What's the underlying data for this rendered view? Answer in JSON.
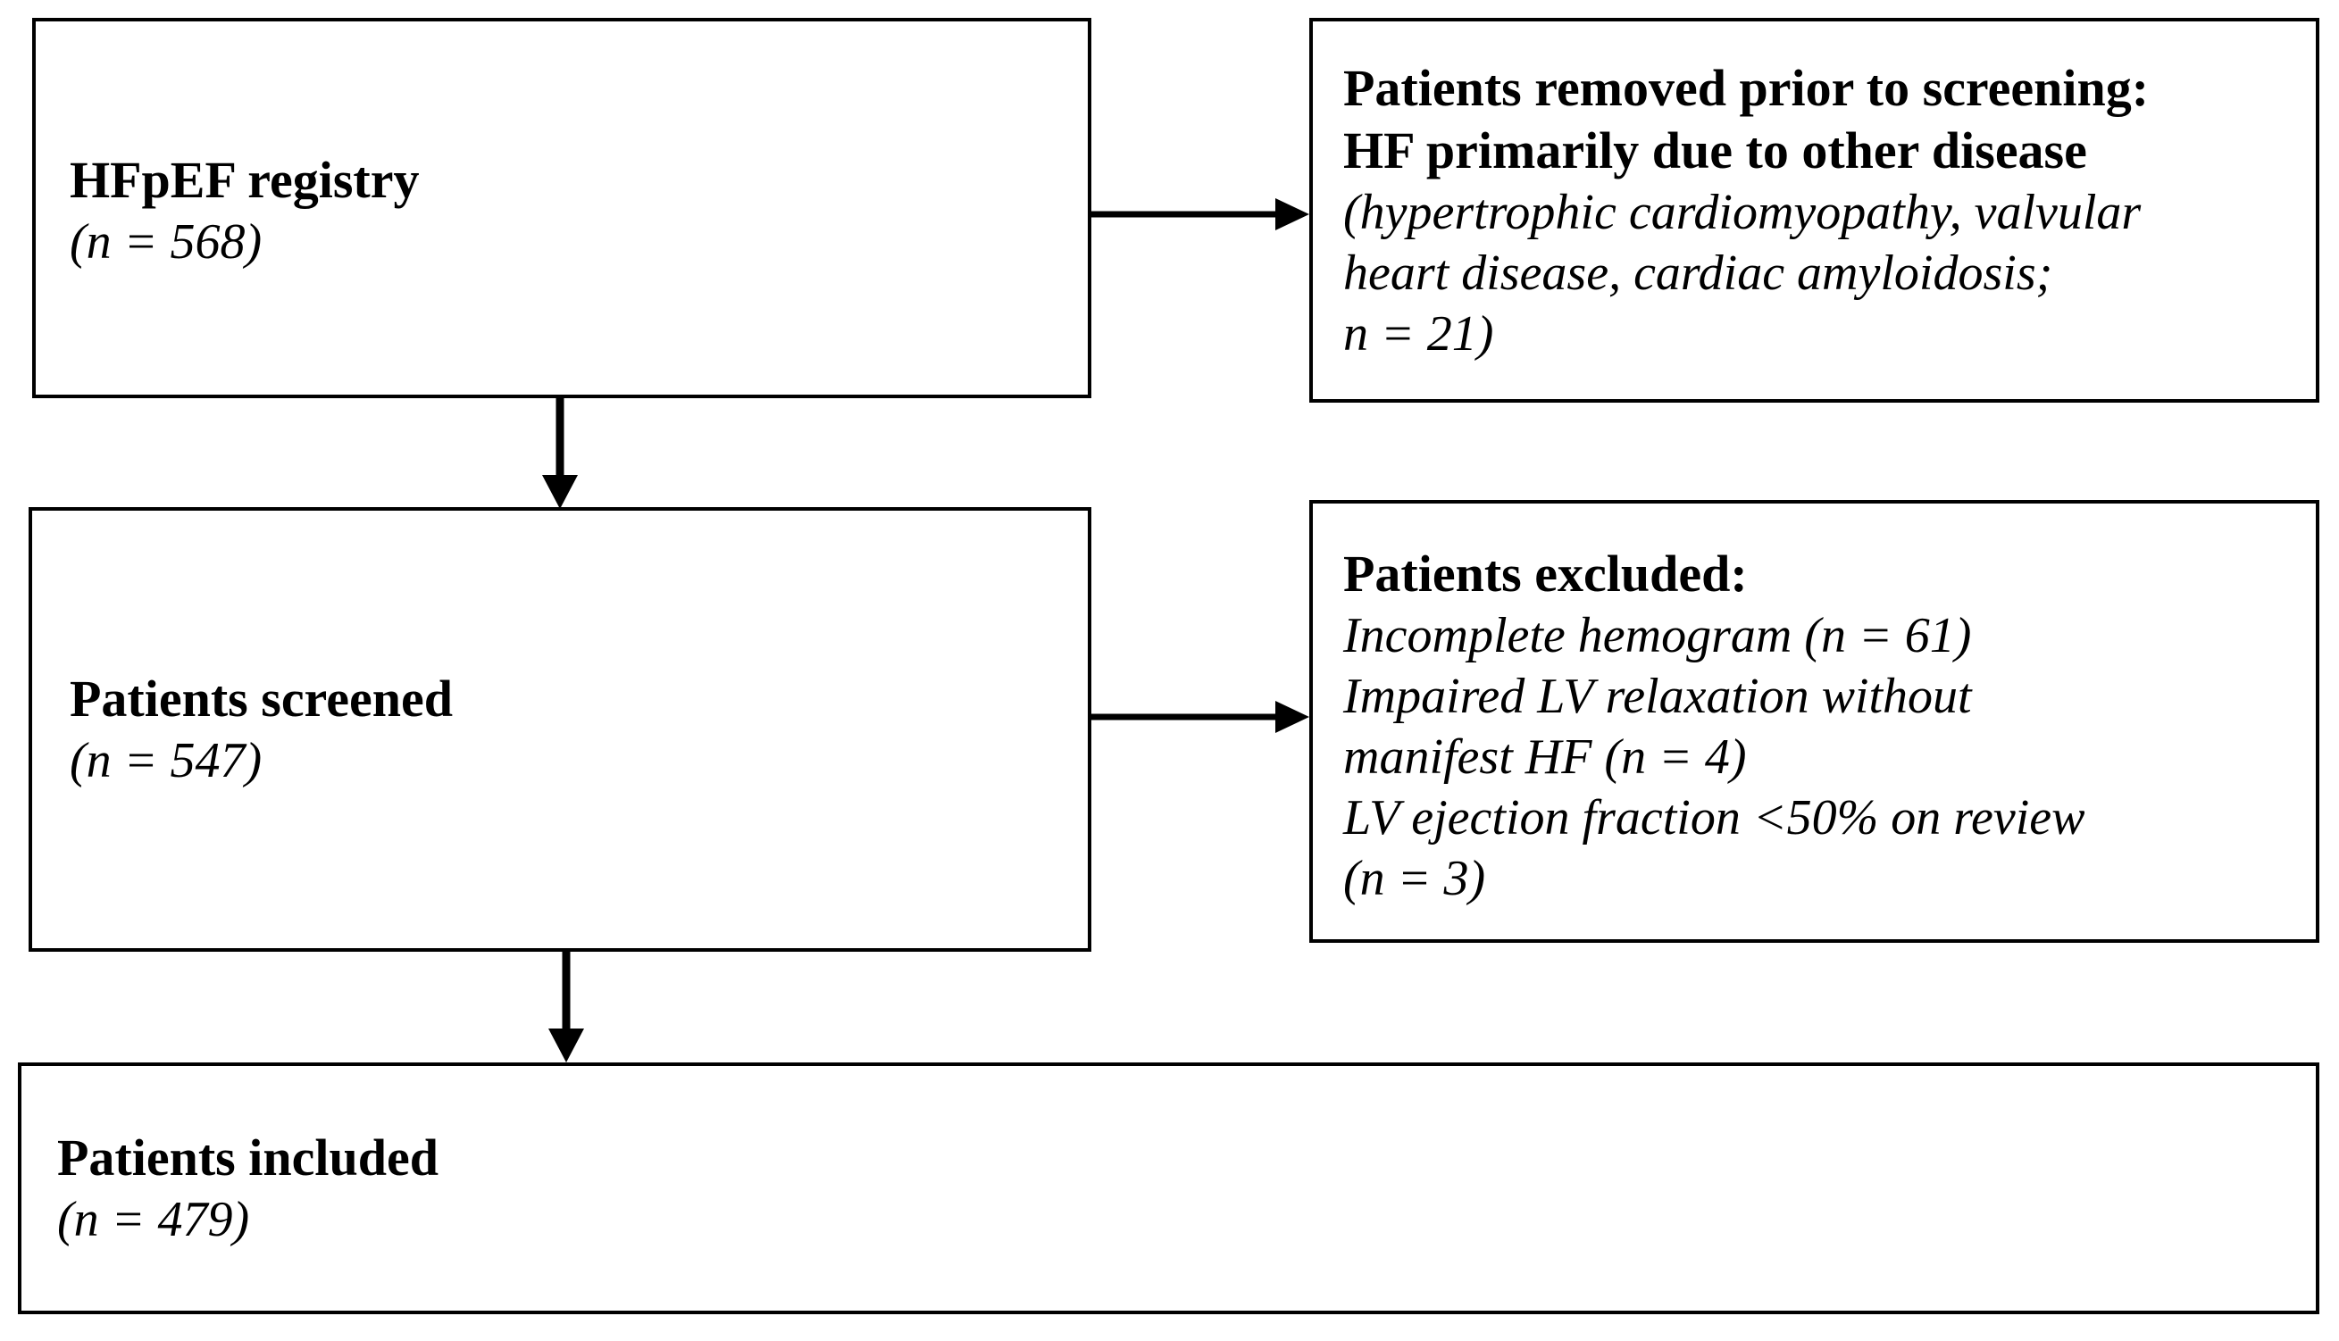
{
  "colors": {
    "stroke": "#000000",
    "background": "#ffffff"
  },
  "registry": {
    "title": "HFpEF registry",
    "count": "(n = 568)"
  },
  "removed": {
    "title_line1": "Patients removed prior to screening:",
    "title_line2": "HF primarily due to other disease",
    "detail_line1": "(hypertrophic cardiomyopathy, valvular",
    "detail_line2": "heart disease, cardiac amyloidosis;",
    "detail_line3": "n = 21)"
  },
  "screened": {
    "title": "Patients screened",
    "count": "(n = 547)"
  },
  "excluded": {
    "title": "Patients excluded:",
    "reason1": "Incomplete hemogram (n = 61)",
    "reason2_line1": "Impaired LV relaxation without",
    "reason2_line2": "manifest HF (n = 4)",
    "reason3_line1": "LV ejection fraction <50% on review",
    "reason3_line2": "(n = 3)"
  },
  "included": {
    "title": "Patients included",
    "count": "(n = 479)"
  }
}
